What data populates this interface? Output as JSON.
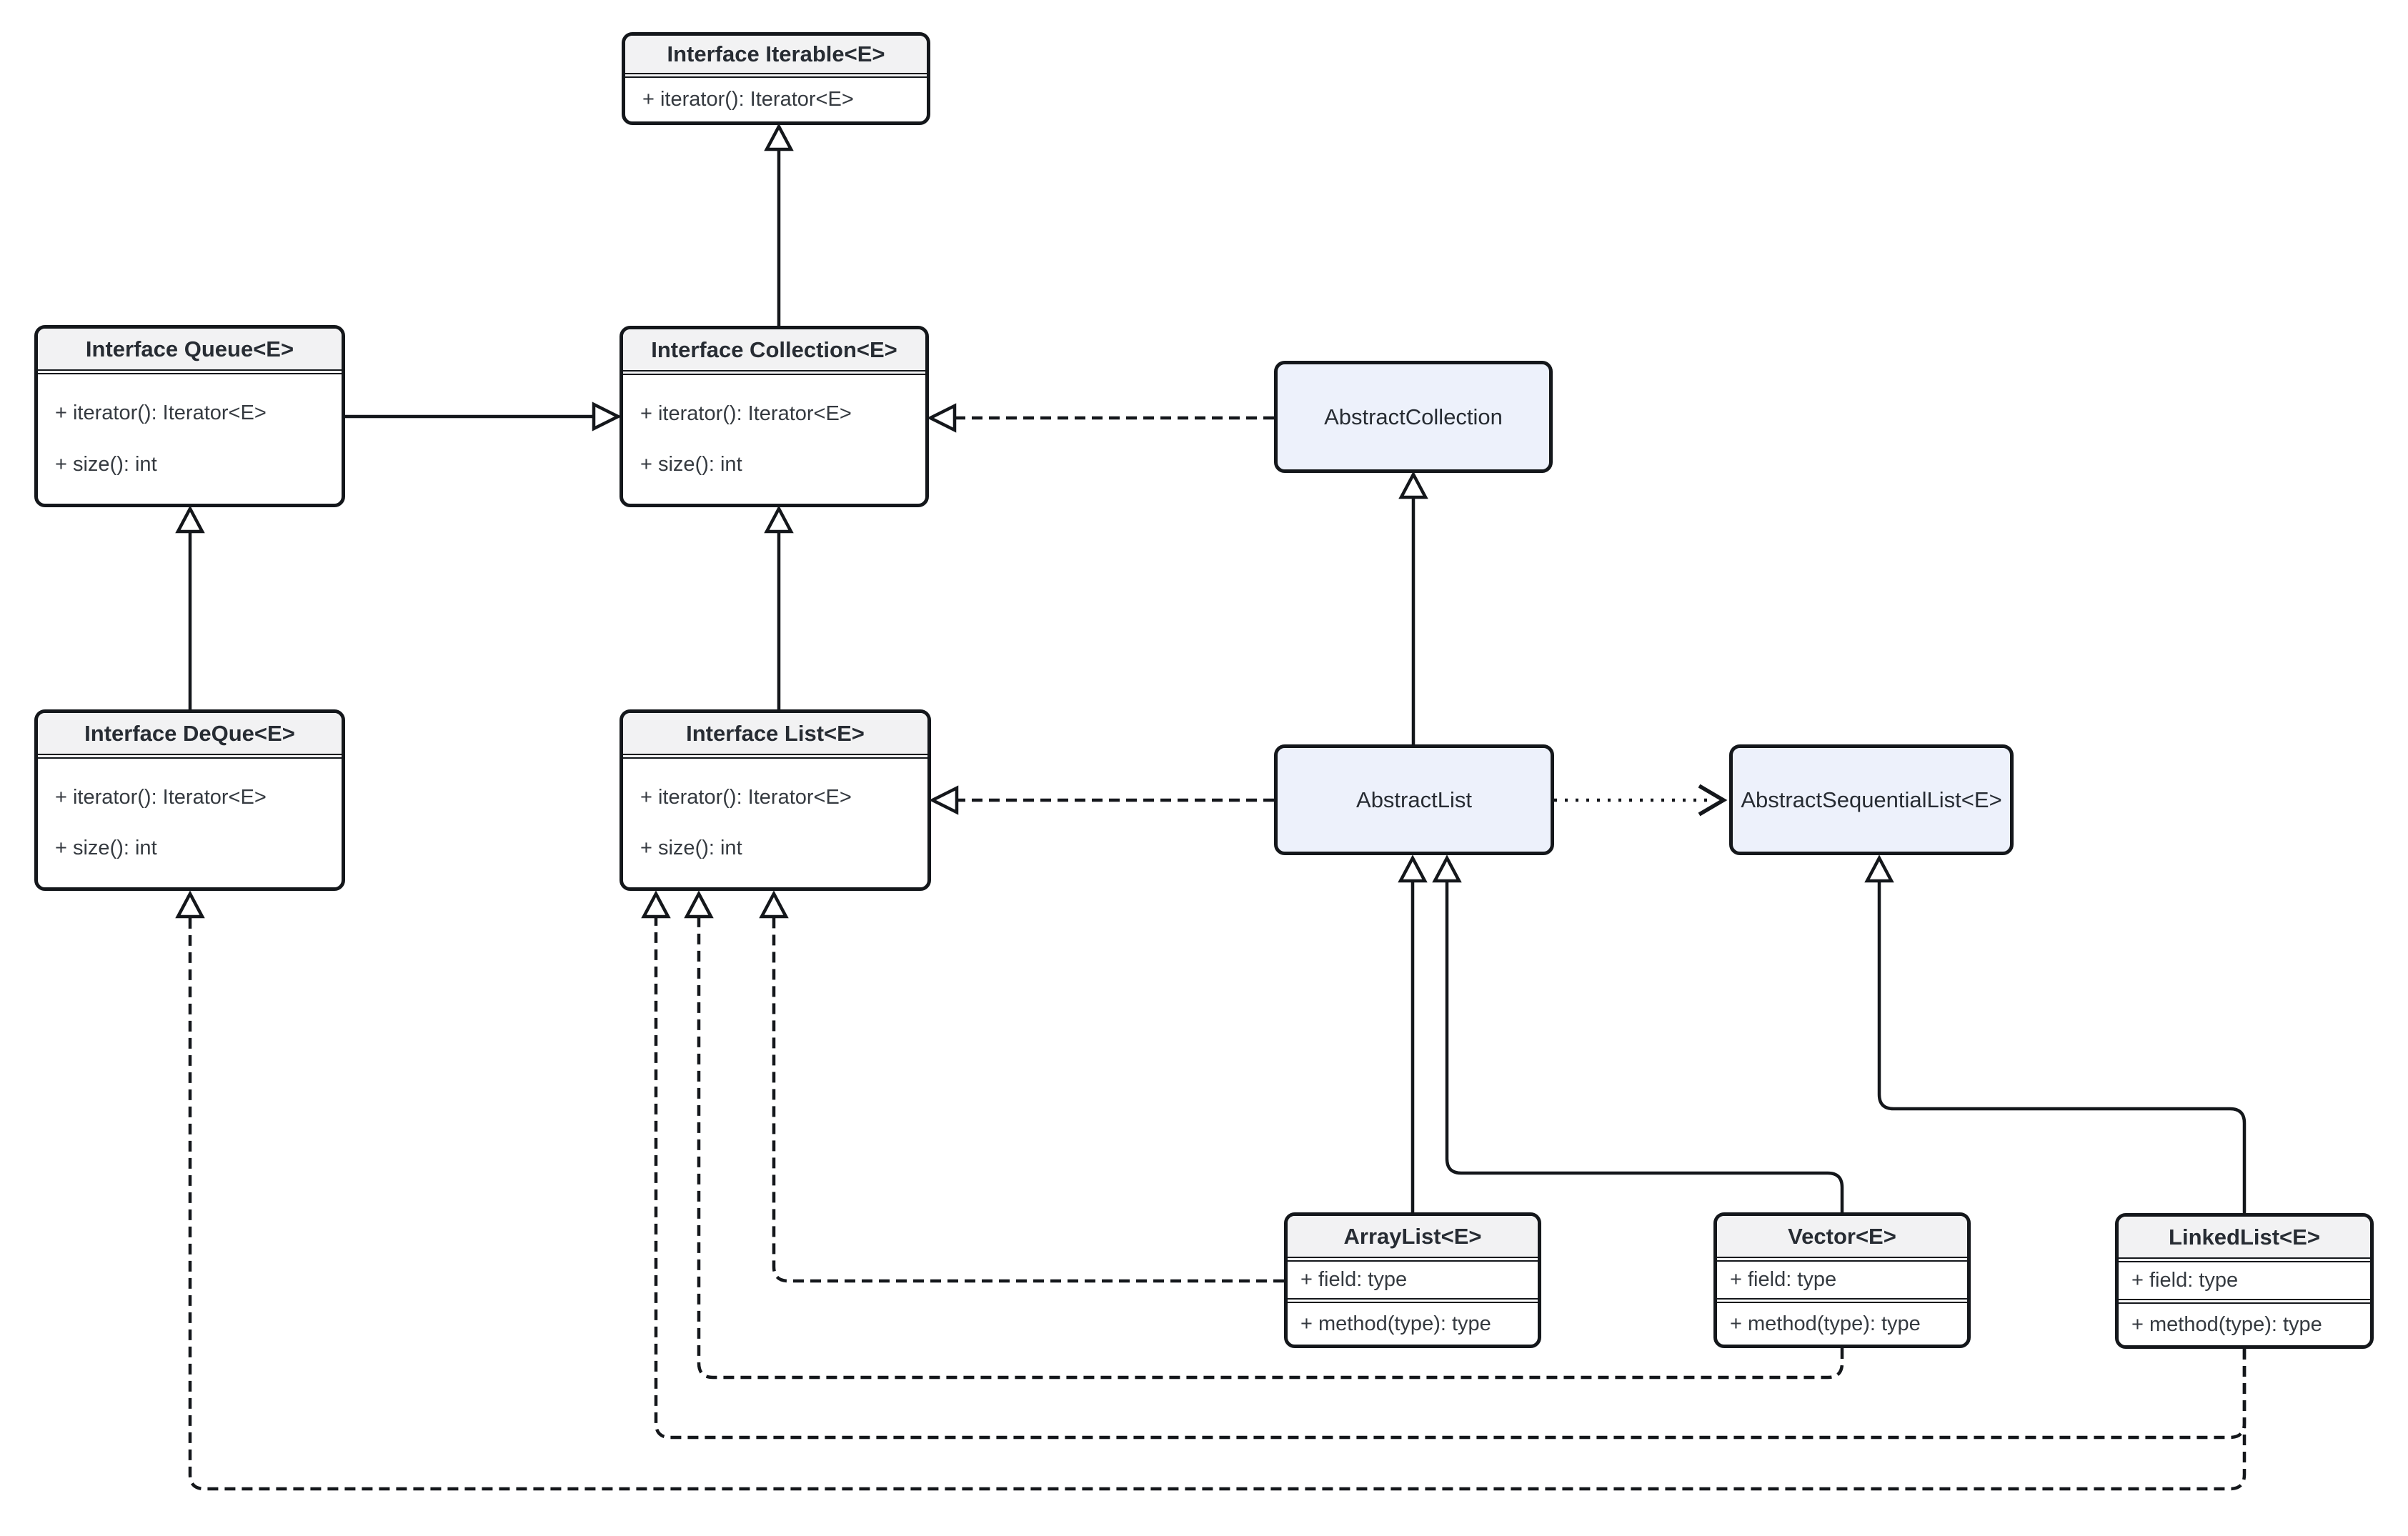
{
  "classes": {
    "iterable": {
      "title": "Interface Iterable<E>",
      "members": [
        "+ iterator(): Iterator<E>"
      ]
    },
    "queue": {
      "title": "Interface Queue<E>",
      "members": [
        "+ iterator(): Iterator<E>",
        "+ size(): int"
      ]
    },
    "collection": {
      "title": "Interface Collection<E>",
      "members": [
        "+ iterator(): Iterator<E>",
        "+ size(): int"
      ]
    },
    "deque": {
      "title": "Interface DeQue<E>",
      "members": [
        "+ iterator(): Iterator<E>",
        "+ size(): int"
      ]
    },
    "list": {
      "title": "Interface List<E>",
      "members": [
        "+ iterator(): Iterator<E>",
        "+ size(): int"
      ]
    },
    "abstract_collection": {
      "title": "AbstractCollection"
    },
    "abstract_list": {
      "title": "AbstractList"
    },
    "abstract_sequential_list": {
      "title": "AbstractSequentialList<E>"
    },
    "arraylist": {
      "title": "ArrayList<E>",
      "field": "+ field: type",
      "method": "+ method(type): type"
    },
    "vector": {
      "title": "Vector<E>",
      "field": "+ field: type",
      "method": "+ method(type): type"
    },
    "linkedlist": {
      "title": "LinkedList<E>",
      "field": "+ field: type",
      "method": "+ method(type): type"
    }
  },
  "colors": {
    "line": "#14171b",
    "header_fill": "#f2f2f3",
    "body_fill": "#ffffff",
    "abstract_fill": "#edf1fb",
    "title_text": "#272c33",
    "member_text": "#353a40"
  },
  "relationships": [
    {
      "from": "Interface Collection<E>",
      "to": "Interface Iterable<E>",
      "type": "extends",
      "line": "solid",
      "arrowhead": "hollow-triangle"
    },
    {
      "from": "Interface Queue<E>",
      "to": "Interface Collection<E>",
      "type": "extends",
      "line": "solid",
      "arrowhead": "hollow-triangle"
    },
    {
      "from": "Interface DeQue<E>",
      "to": "Interface Queue<E>",
      "type": "extends",
      "line": "solid",
      "arrowhead": "hollow-triangle"
    },
    {
      "from": "Interface List<E>",
      "to": "Interface Collection<E>",
      "type": "extends",
      "line": "solid",
      "arrowhead": "hollow-triangle"
    },
    {
      "from": "AbstractCollection",
      "to": "Interface Collection<E>",
      "type": "implements",
      "line": "dashed",
      "arrowhead": "hollow-triangle"
    },
    {
      "from": "AbstractList",
      "to": "AbstractCollection",
      "type": "extends",
      "line": "solid",
      "arrowhead": "hollow-triangle"
    },
    {
      "from": "AbstractList",
      "to": "Interface List<E>",
      "type": "implements",
      "line": "dashed",
      "arrowhead": "hollow-triangle"
    },
    {
      "from": "AbstractList",
      "to": "AbstractSequentialList<E>",
      "type": "dependency",
      "line": "dotted",
      "arrowhead": "open-chevron"
    },
    {
      "from": "ArrayList<E>",
      "to": "AbstractList",
      "type": "extends",
      "line": "solid",
      "arrowhead": "hollow-triangle"
    },
    {
      "from": "Vector<E>",
      "to": "AbstractList",
      "type": "extends",
      "line": "solid",
      "arrowhead": "hollow-triangle"
    },
    {
      "from": "LinkedList<E>",
      "to": "AbstractSequentialList<E>",
      "type": "extends",
      "line": "solid",
      "arrowhead": "hollow-triangle"
    },
    {
      "from": "ArrayList<E>",
      "to": "Interface List<E>",
      "type": "implements",
      "line": "dashed",
      "arrowhead": "hollow-triangle"
    },
    {
      "from": "Vector<E>",
      "to": "Interface List<E>",
      "type": "implements",
      "line": "dashed",
      "arrowhead": "hollow-triangle"
    },
    {
      "from": "LinkedList<E>",
      "to": "Interface List<E>",
      "type": "implements",
      "line": "dashed",
      "arrowhead": "hollow-triangle"
    },
    {
      "from": "LinkedList<E>",
      "to": "Interface DeQue<E>",
      "type": "implements",
      "line": "dashed",
      "arrowhead": "hollow-triangle"
    }
  ]
}
